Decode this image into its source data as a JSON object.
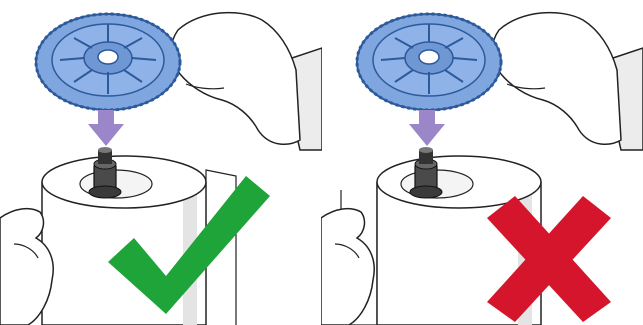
{
  "figure": {
    "panels": [
      {
        "id": "left",
        "verdict": "correct",
        "mark_icon": "check-mark-icon",
        "mark_color": "#1fa43a"
      },
      {
        "id": "right",
        "verdict": "incorrect",
        "mark_icon": "cross-mark-icon",
        "mark_color": "#d4152c"
      }
    ],
    "colors": {
      "hub_fill": "#7fa6df",
      "hub_stroke": "#2d5a9b",
      "arrow_fill": "#9a86c8",
      "roll_fill": "#ffffff",
      "roll_shade": "#e4e4e4",
      "outline": "#222222",
      "skin": "#ffffff",
      "sleeve": "#ececec"
    }
  }
}
